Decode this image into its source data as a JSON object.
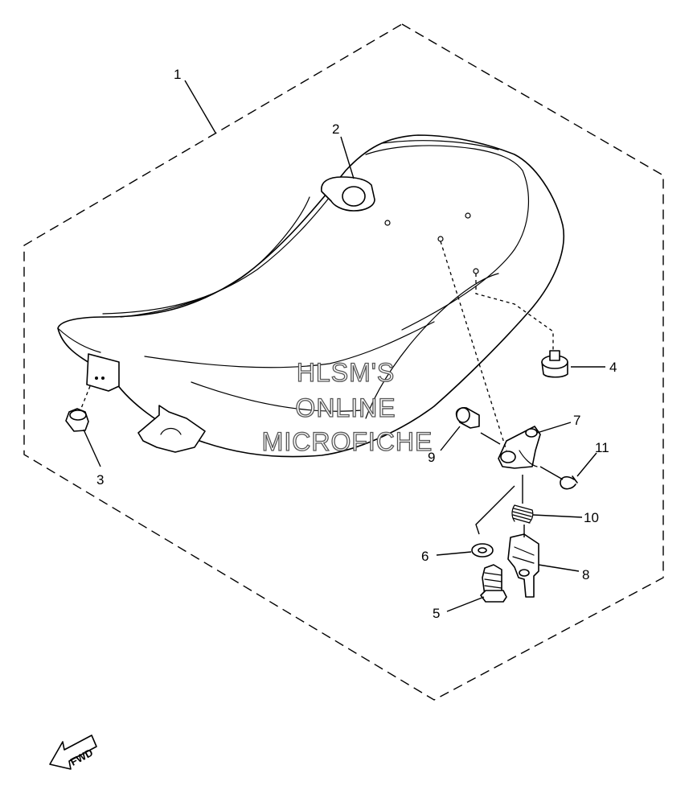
{
  "watermark": {
    "line1": "HLSM'S",
    "line2": "ONLINE",
    "line3": "MICROFICHE"
  },
  "fwd_label": "FWD",
  "callouts": [
    {
      "id": "1",
      "label": "1"
    },
    {
      "id": "2",
      "label": "2"
    },
    {
      "id": "3",
      "label": "3"
    },
    {
      "id": "4",
      "label": "4"
    },
    {
      "id": "5",
      "label": "5"
    },
    {
      "id": "6",
      "label": "6"
    },
    {
      "id": "7",
      "label": "7"
    },
    {
      "id": "8",
      "label": "8"
    },
    {
      "id": "9",
      "label": "9"
    },
    {
      "id": "10",
      "label": "10"
    },
    {
      "id": "11",
      "label": "11"
    }
  ]
}
